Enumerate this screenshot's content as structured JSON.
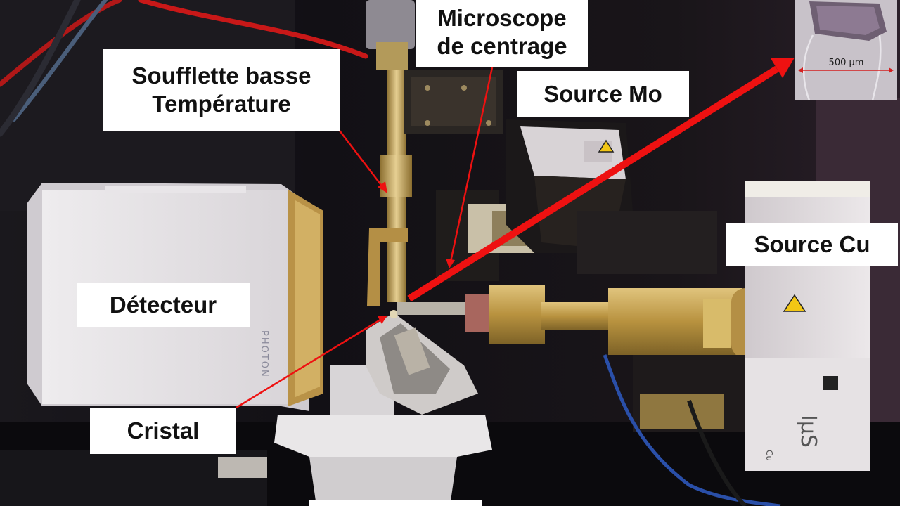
{
  "labels": {
    "microscope": [
      "Microscope",
      "de centrage"
    ],
    "soufflette": [
      "Soufflette basse",
      "Température"
    ],
    "source_mo": "Source Mo",
    "source_cu": "Source Cu",
    "detecteur": "Détecteur",
    "cristal": "Cristal"
  },
  "inset": {
    "scale_bar": "500 µm"
  },
  "device_text": {
    "detector_badge": "PHOTON",
    "source_brand": "IµS",
    "source_sub": "Cu"
  },
  "colors": {
    "arrow": "#ee1111",
    "label_bg": "#ffffff",
    "brass": "#c9a85a"
  }
}
